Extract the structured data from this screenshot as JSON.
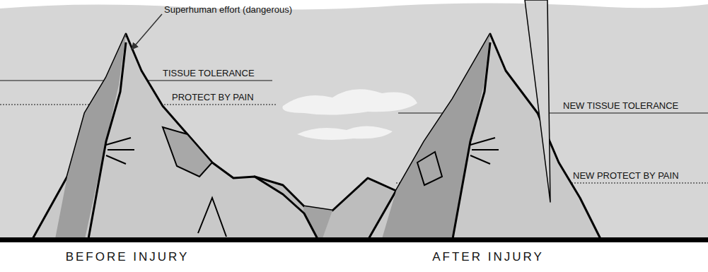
{
  "diagram": {
    "labels": [
      "Superhuman effort (dangerous)",
      "TISSUE TOLERANCE",
      "PROTECT BY PAIN",
      "NEW TISSUE TOLERANCE",
      "NEW PROTECT BY PAIN",
      "BEFORE INJURY",
      "AFTER INJURY"
    ]
  }
}
